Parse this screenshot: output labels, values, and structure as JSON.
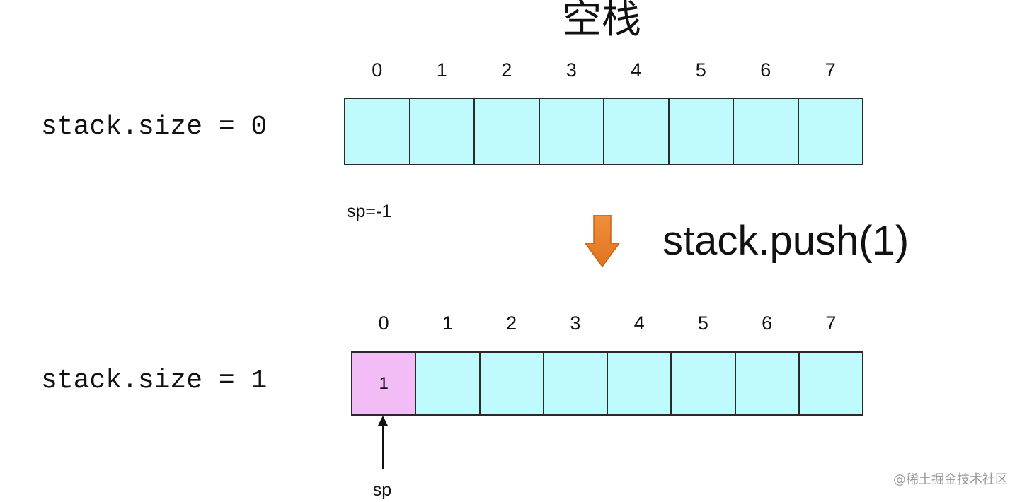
{
  "title": "空栈",
  "before": {
    "size_label": "stack.size = 0",
    "indices": [
      "0",
      "1",
      "2",
      "3",
      "4",
      "5",
      "6",
      "7"
    ],
    "cells": [
      "",
      "",
      "",
      "",
      "",
      "",
      "",
      ""
    ],
    "pointer_label": "sp=-1"
  },
  "operation": {
    "label": "stack.push(1)",
    "arrow_icon": "down-arrow-icon",
    "arrow_color": "#E8822F"
  },
  "after": {
    "size_label": "stack.size = 1",
    "indices": [
      "0",
      "1",
      "2",
      "3",
      "4",
      "5",
      "6",
      "7"
    ],
    "cells": [
      "1",
      "",
      "",
      "",
      "",
      "",
      "",
      ""
    ],
    "pointer_label": "sp",
    "pointer_icon": "up-arrow-icon"
  },
  "colors": {
    "empty_cell": "#BFFBFC",
    "filled_cell": "#F2BCF6",
    "border": "#2A2A2A"
  },
  "watermark": "@稀土掘金技术社区"
}
